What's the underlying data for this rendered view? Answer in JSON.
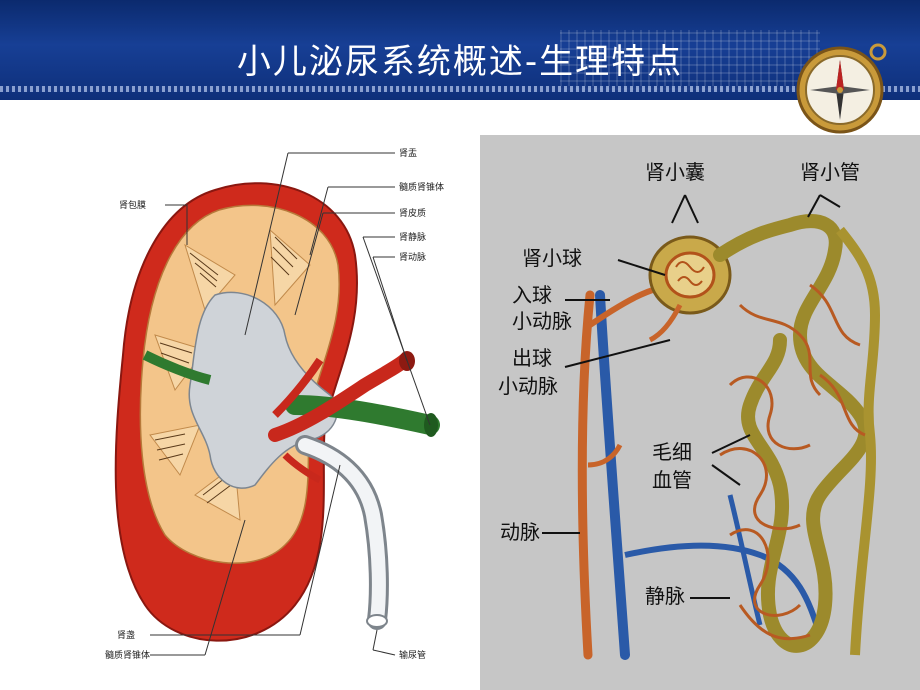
{
  "title": "小儿泌尿系统概述-生理特点",
  "kidney_labels": {
    "renal_pelvis_top": "肾盂",
    "medullary_pyramid_top": "髓质肾锥体",
    "cortex": "肾皮质",
    "renal_vein": "肾静脉",
    "renal_artery": "肾动脉",
    "renal_capsule": "肾包膜",
    "renal_pelvis_bottom": "肾盏",
    "medullary_pyramid_bottom": "髓质肾锥体",
    "ureter": "输尿管"
  },
  "nephron_labels": {
    "bowman_capsule": "肾小囊",
    "renal_tubule": "肾小管",
    "glomerulus": "肾小球",
    "afferent_1": "入球",
    "afferent_2": "小动脉",
    "efferent_1": "出球",
    "efferent_2": "小动脉",
    "capillary_1": "毛细",
    "capillary_2": "血管",
    "artery": "动脉",
    "vein": "静脉"
  }
}
